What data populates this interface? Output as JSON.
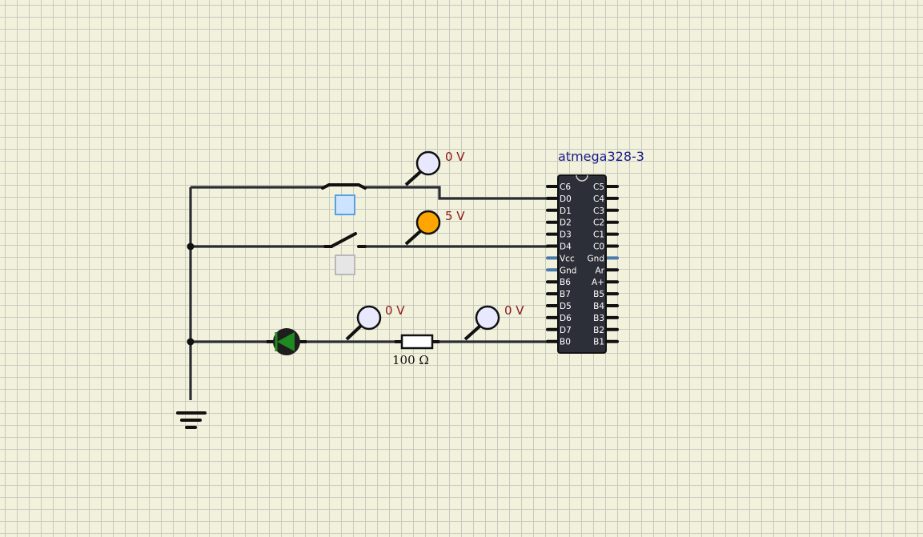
{
  "chip": {
    "title": "atmega328-3",
    "left_pins": [
      "C6",
      "D0",
      "D1",
      "D2",
      "D3",
      "D4",
      "Vcc",
      "Gnd",
      "B6",
      "B7",
      "D5",
      "D6",
      "D7",
      "B0"
    ],
    "right_pins": [
      "C5",
      "C4",
      "C3",
      "C2",
      "C1",
      "C0",
      "Gnd",
      "Ar",
      "A+",
      "B5",
      "B4",
      "B3",
      "B2",
      "B1"
    ]
  },
  "probes": [
    {
      "label": "0 V",
      "color": "#e8e8ff"
    },
    {
      "label": "5 V",
      "color": "#ffa500"
    },
    {
      "label": "0 V",
      "color": "#e8e8ff"
    },
    {
      "label": "0 V",
      "color": "#e8e8ff"
    }
  ],
  "resistor": {
    "label": "100 Ω"
  },
  "switches": [
    {
      "state": "closed",
      "button_color": "#cce4ff"
    },
    {
      "state": "open",
      "button_color": "#e6e6e6"
    }
  ],
  "led": {
    "color": "#1f8a1f"
  }
}
